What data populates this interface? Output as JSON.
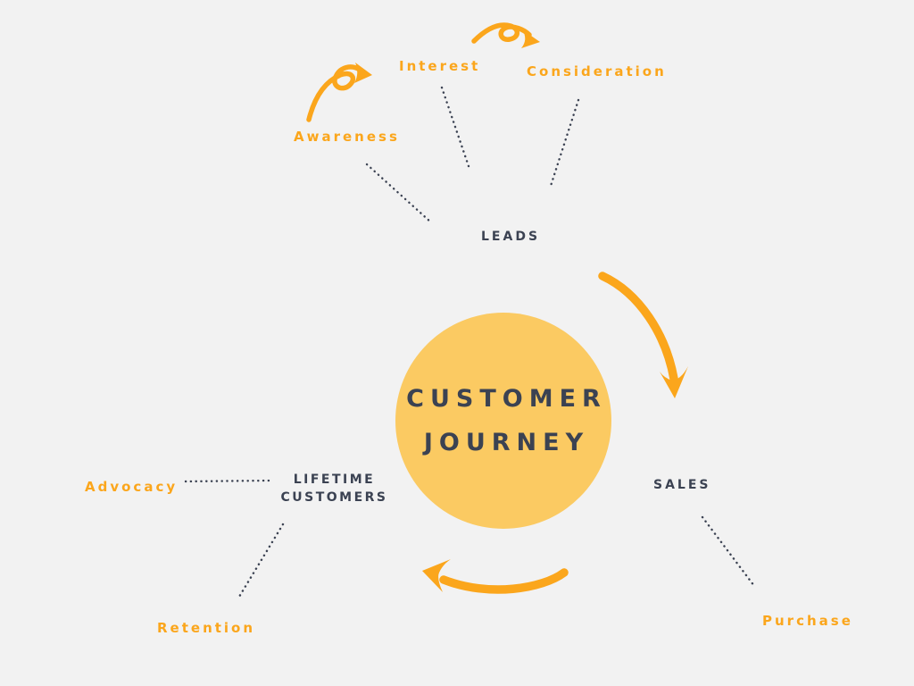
{
  "colors": {
    "background": "#F2F2F2",
    "accent": "#FBA61C",
    "circle": "#FBCA62",
    "dark": "#3B4252"
  },
  "center": {
    "line1": "CUSTOMER",
    "line2": "JOURNEY"
  },
  "nodes": {
    "leads": {
      "label": "LEADS"
    },
    "sales": {
      "label": "SALES"
    },
    "lifetime": {
      "line1": "LIFETIME",
      "line2": "CUSTOMERS"
    }
  },
  "touchpoints": {
    "awareness": {
      "label": "Awareness"
    },
    "interest": {
      "label": "Interest"
    },
    "consideration": {
      "label": "Consideration"
    },
    "purchase": {
      "label": "Purchase"
    },
    "retention": {
      "label": "Retention"
    },
    "advocacy": {
      "label": "Advocacy"
    }
  }
}
